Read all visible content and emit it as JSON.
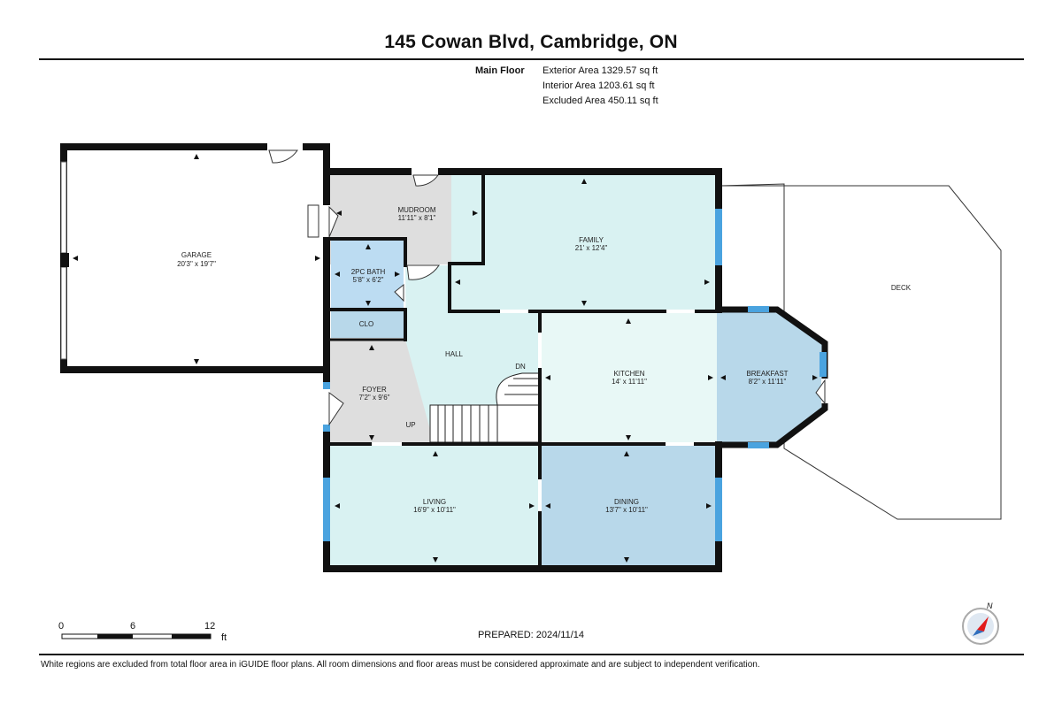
{
  "header": {
    "title": "145 Cowan Blvd, Cambridge, ON",
    "floor_name": "Main Floor",
    "areas": [
      "Exterior Area 1329.57 sq ft",
      "Interior Area 1203.61 sq ft",
      "Excluded Area 450.11 sq ft"
    ]
  },
  "rooms": {
    "garage": {
      "name": "GARAGE",
      "dims": "20'3\" x 19'7\""
    },
    "mudroom": {
      "name": "MUDROOM",
      "dims": "11'11\" x 8'1\""
    },
    "bath": {
      "name": "2PC BATH",
      "dims": "5'8\" x 6'2\""
    },
    "clo": {
      "name": "CLO"
    },
    "family": {
      "name": "FAMILY",
      "dims": "21' x 12'4\""
    },
    "hall": {
      "name": "HALL"
    },
    "foyer": {
      "name": "FOYER",
      "dims": "7'2\" x 9'6\""
    },
    "kitchen": {
      "name": "KITCHEN",
      "dims": "14' x 11'11\""
    },
    "breakfast": {
      "name": "BREAKFAST",
      "dims": "8'2\" x 11'11\""
    },
    "living": {
      "name": "LIVING",
      "dims": "16'9\" x 10'11\""
    },
    "dining": {
      "name": "DINING",
      "dims": "13'7\" x 10'11\""
    },
    "deck": {
      "name": "DECK"
    }
  },
  "stairs": {
    "up": "UP",
    "down": "DN"
  },
  "scale_bar": {
    "ticks": [
      "0",
      "6",
      "12"
    ],
    "unit": "ft"
  },
  "compass": {
    "label": "N"
  },
  "footer": {
    "prepared": "PREPARED: 2024/11/14",
    "disclaimer": "White regions are excluded from total floor area in iGUIDE floor plans. All room dimensions and floor areas must be considered approximate and are subject to independent verification."
  },
  "colors": {
    "wall": "#111111",
    "window": "#4aa3df",
    "gray_room": "#dedede",
    "light_teal": "#d9f2f2",
    "mint": "#e8f8f6",
    "mid_blue": "#b8d8ea",
    "bath_blue": "#bcdcf2"
  }
}
